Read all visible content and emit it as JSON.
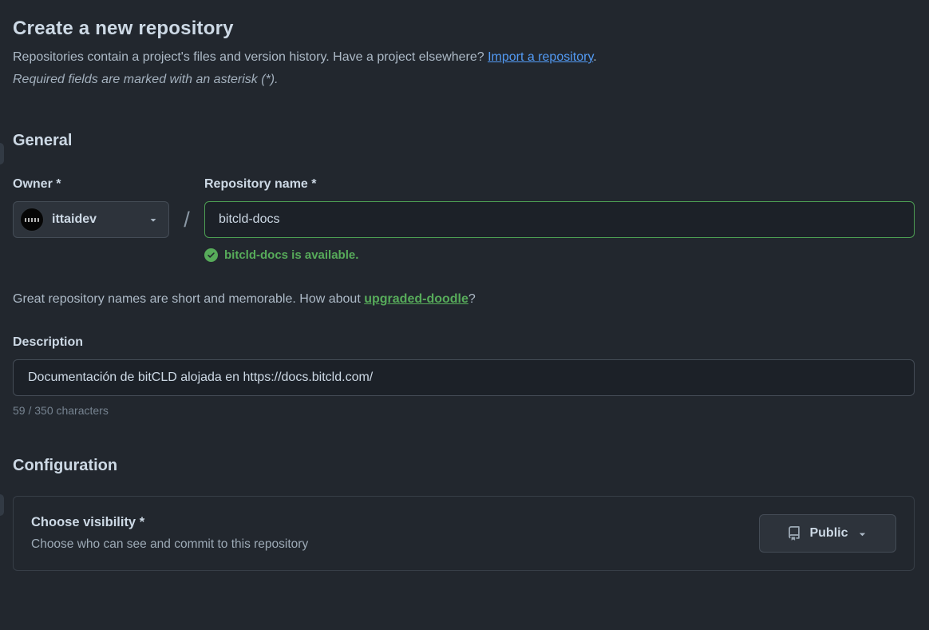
{
  "header": {
    "title": "Create a new repository",
    "intro": "Repositories contain a project's files and version history. Have a project elsewhere? ",
    "import_link_label": "Import a repository",
    "intro_suffix": ".",
    "required_note": "Required fields are marked with an asterisk (*)."
  },
  "general": {
    "heading": "General",
    "owner": {
      "label": "Owner *",
      "selected": "ittaidev"
    },
    "separator": "/",
    "repository_name": {
      "label": "Repository name *",
      "value": "bitcld-docs"
    },
    "availability_message": "bitcld-docs is available.",
    "name_hint": {
      "prefix": "Great repository names are short and memorable. How about ",
      "suggestion_link": "upgraded-doodle",
      "suffix": "?"
    }
  },
  "description": {
    "label": "Description",
    "value": "Documentación de bitCLD alojada en https://docs.bitcld.com/",
    "char_counter": "59 / 350 characters"
  },
  "configuration": {
    "heading": "Configuration",
    "visibility": {
      "label": "Choose visibility *",
      "help": "Choose who can see and commit to this repository",
      "selected": "Public"
    }
  },
  "icons": {
    "owner_avatar": "ittaidev-avatar",
    "owner_caret": "triangle-down-icon",
    "availability_check": "check-circle-fill-icon",
    "visibility_book": "repo-icon",
    "visibility_caret": "triangle-down-icon"
  },
  "colors": {
    "background": "#22272e",
    "input_background": "#1c2128",
    "border": "#444c56",
    "success_text": "#57ab5a",
    "success_border": "#4d9e53",
    "link_blue": "#539bf5"
  }
}
